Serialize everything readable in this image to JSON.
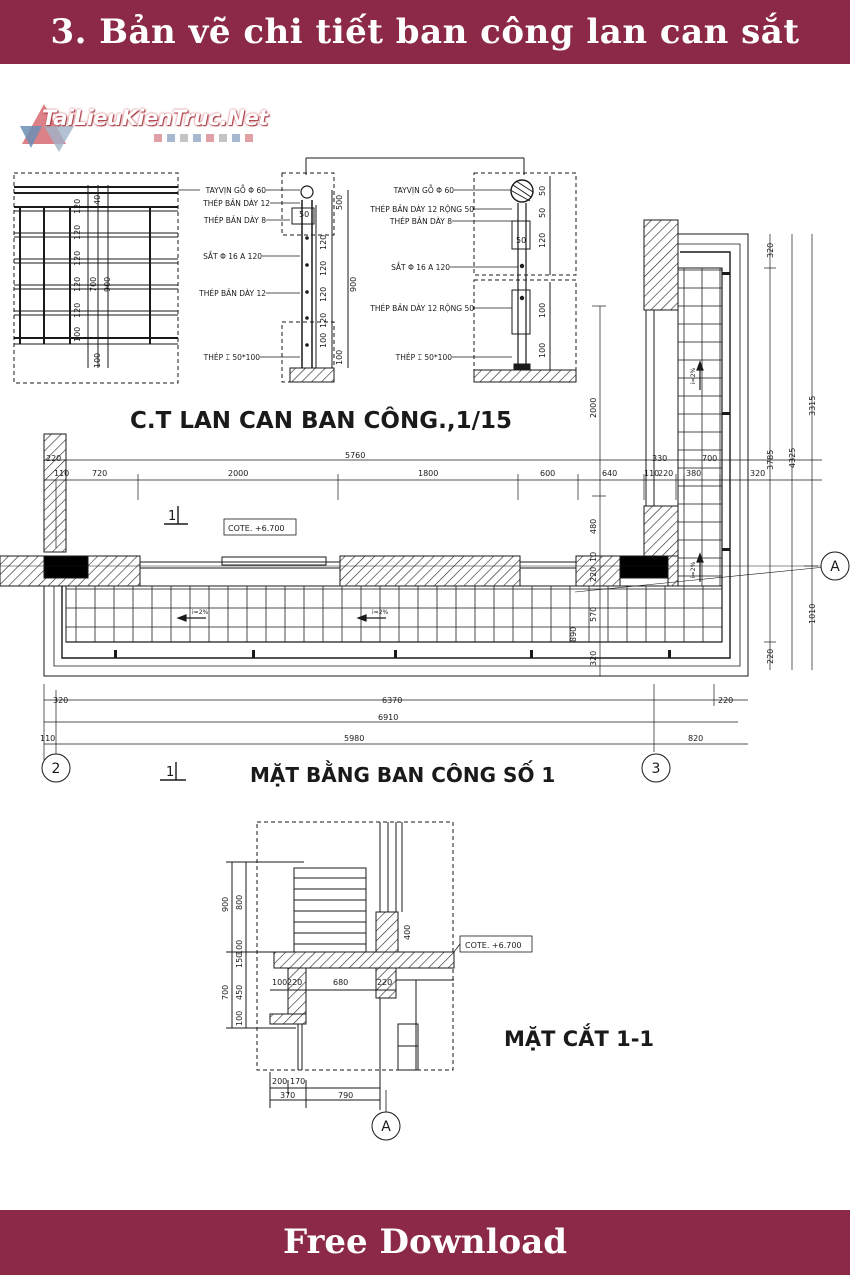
{
  "header": {
    "title": "3. Bản vẽ chi tiết ban công lan can sắt"
  },
  "footer": {
    "cta": "Free Download"
  },
  "watermark": {
    "text": "TaiLieuKienTruc.Net"
  },
  "railing_detail": {
    "title": "C.T LAN CAN BAN CÔNG.,1/15",
    "left_labels": [
      "TAYVỊN GỖ Φ 60",
      "THÉP BẢN DÀY 12",
      "THÉP BẢN DÀY 8",
      "SẮT Φ 16 A 120",
      "THÉP BẢN DÀY 12",
      "THÉP ⌶ 50*100"
    ],
    "right_labels": [
      "TAYVỊN GỖ Φ 60",
      "THÉP BẢN DÀY 12 RỘNG 50",
      "THÉP BẢN DÀY 8",
      "SẮT Φ 16 A 120",
      "THÉP BẢN DÀY 12 RỘNG 50",
      "THÉP ⌶ 50*100"
    ],
    "elev_dims": [
      "100",
      "120",
      "120",
      "120",
      "120",
      "120",
      "100",
      "40"
    ],
    "elev_totals": [
      "700",
      "900"
    ],
    "mid_dims": [
      "50",
      "120",
      "120",
      "120",
      "120",
      "100",
      "100"
    ],
    "mid_totals": [
      "500",
      "900"
    ],
    "sect_dims": [
      "50",
      "50",
      "120",
      "100",
      "100"
    ],
    "sect_inner": "50"
  },
  "plan": {
    "title": "MẶT BẰNG BAN CÔNG SỐ 1",
    "section_mark": "1",
    "cote": "COTE. +6.700",
    "slope": "i=2%",
    "axis_2": "2",
    "axis_3": "3",
    "axis_a": "A",
    "top_total": "5760",
    "top_dims": [
      "220",
      "110",
      "720",
      "2000",
      "1800",
      "600",
      "640",
      "330",
      "110",
      "220",
      "380",
      "700",
      "320"
    ],
    "bottom_dims": [
      "320",
      "6370",
      "220",
      "6910",
      "110",
      "5980",
      "820"
    ],
    "vertical_dims": [
      "2000",
      "480",
      "10",
      "220",
      "570",
      "890",
      "320"
    ],
    "right_dims": [
      "320",
      "3785",
      "4325",
      "3315",
      "1010",
      "220"
    ]
  },
  "section": {
    "title": "MẶT CẮT 1-1",
    "cote": "COTE. +6.700",
    "axis_a": "A",
    "left_dims": [
      "900",
      "800",
      "100",
      "150",
      "700",
      "450",
      "100"
    ],
    "mid_dims": [
      "100",
      "220",
      "680",
      "220"
    ],
    "bottom_dims": [
      "200",
      "170",
      "370",
      "790"
    ],
    "inner_dim": "400"
  },
  "colors": {
    "banner": "#8b2946",
    "line": "#1a1a1a",
    "fill": "#000000"
  }
}
